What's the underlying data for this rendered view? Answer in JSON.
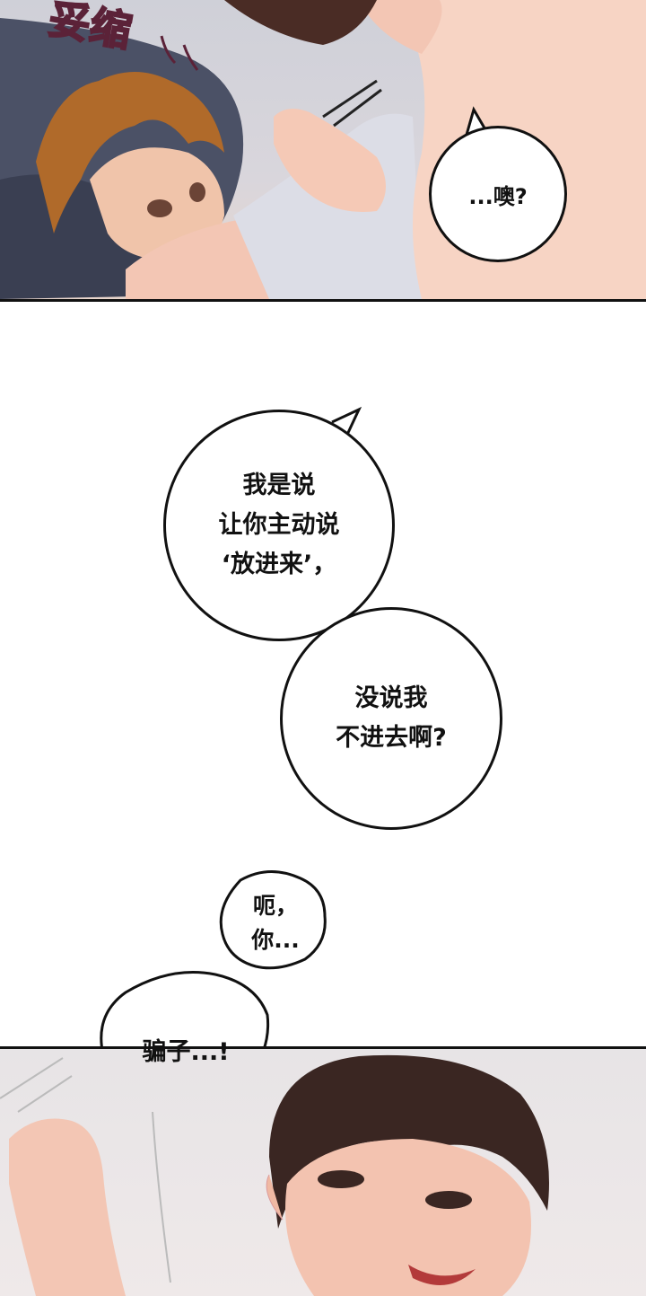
{
  "panels": {
    "top": {
      "sfx": "妥缩",
      "bubble": "...噢?"
    },
    "middle": {
      "bubble1": {
        "lines": [
          "我是说",
          "让你主动说",
          "‘放进来’，"
        ]
      },
      "bubble2": {
        "lines": [
          "没说我",
          "不进去啊?"
        ]
      },
      "bubble3": {
        "lines": [
          "呃，",
          "你..."
        ]
      }
    },
    "bottom": {
      "bubble": "骗子...!"
    }
  },
  "colors": {
    "sfx": "#b55a7a",
    "ink": "#111111",
    "hair_light": "#b06a2a",
    "hair_dark": "#3a2622",
    "skin": "#f3c6b4"
  }
}
